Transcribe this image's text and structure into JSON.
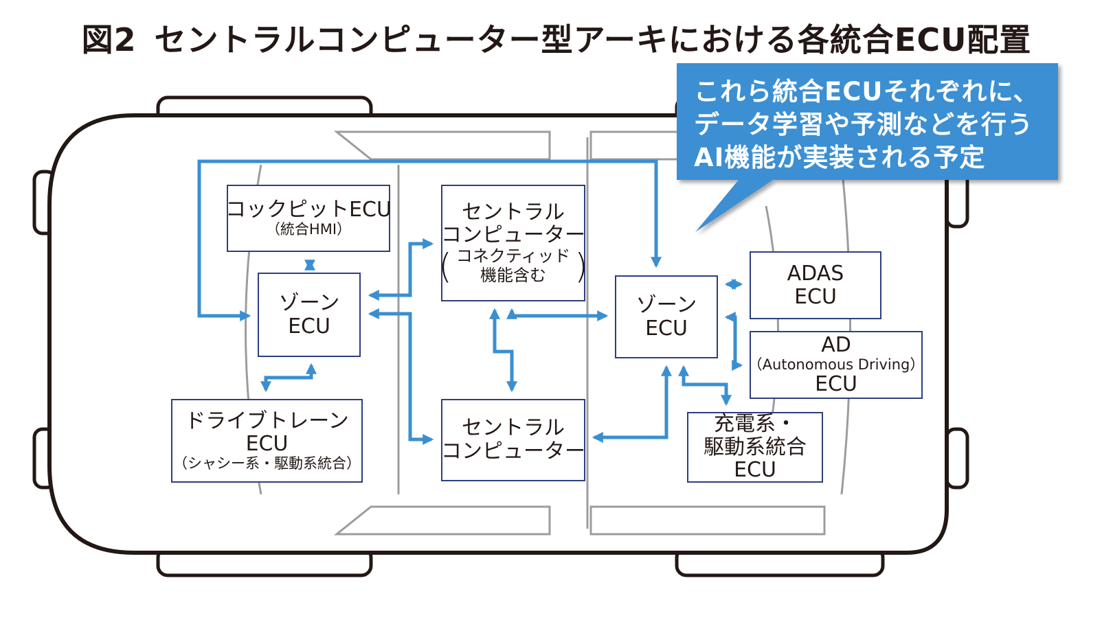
{
  "title": {
    "label": "図2",
    "text": "セントラルコンピューター型アーキにおける各統合ECU配置"
  },
  "callout": {
    "lines": [
      "これら統合ECUそれぞれに、",
      "データ学習や予測などを行う",
      "AI機能が実装される予定"
    ],
    "color": "#3a8fd2"
  },
  "nodes": {
    "cockpit": {
      "line1": "コックピットECU",
      "line2": "（統合HMI）"
    },
    "zone_left": {
      "line1": "ゾーン",
      "line2": "ECU"
    },
    "drivetrain": {
      "line1": "ドライブトレーン",
      "line2": "ECU",
      "line3": "（シャシー系・駆動系統合）"
    },
    "central_connected": {
      "line1": "セントラル",
      "line2": "コンピューター",
      "sub_line1": "コネクティッド",
      "sub_line2": "機能含む"
    },
    "central": {
      "line1": "セントラル",
      "line2": "コンピューター"
    },
    "zone_right": {
      "line1": "ゾーン",
      "line2": "ECU"
    },
    "adas": {
      "line1": "ADAS",
      "line2": "ECU"
    },
    "ad": {
      "line1": "AD",
      "line2": "（Autonomous Driving）",
      "line3": "ECU"
    },
    "charging": {
      "line1": "充電系・",
      "line2": "駆動系統合",
      "line3": "ECU"
    }
  },
  "colors": {
    "arrow": "#3a8fd2",
    "box_border": "#2d3e7e",
    "vehicle_outline": "#231815",
    "title_text": "#231815"
  }
}
